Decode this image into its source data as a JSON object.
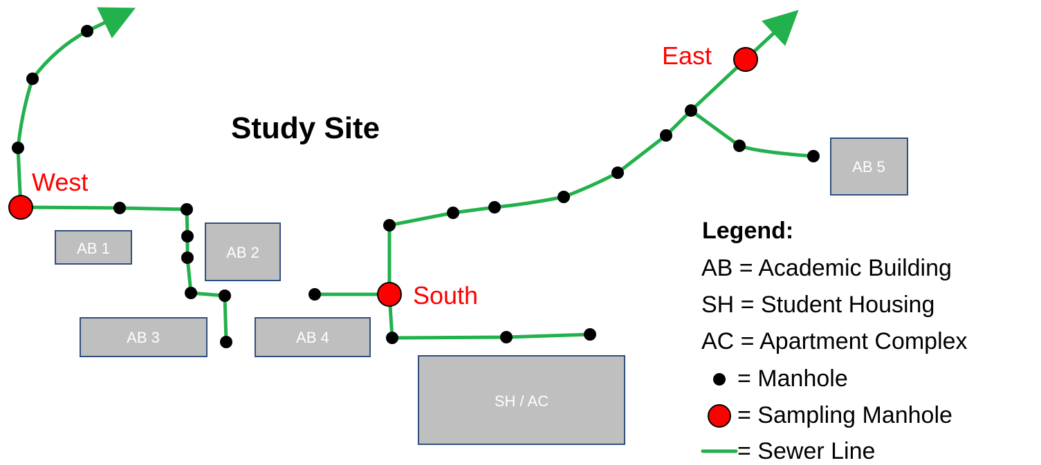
{
  "title": "Study Site",
  "colors": {
    "sewer_line": "#22b14c",
    "manhole": "#000000",
    "sampling_manhole": "#ff0000",
    "building_fill": "#bfbfbf",
    "building_border": "#2f4f7f",
    "site_label": "#ff0000"
  },
  "sampling_sites": [
    "West",
    "South",
    "East"
  ],
  "buildings": [
    "AB 1",
    "AB 2",
    "AB 3",
    "AB 4",
    "AB 5",
    "SH / AC"
  ],
  "legend": {
    "title": "Legend:",
    "entries": [
      "AB = Academic Building",
      "SH = Student Housing",
      "AC = Apartment Complex",
      "= Manhole",
      "= Sampling Manhole",
      "= Sewer Line"
    ]
  }
}
